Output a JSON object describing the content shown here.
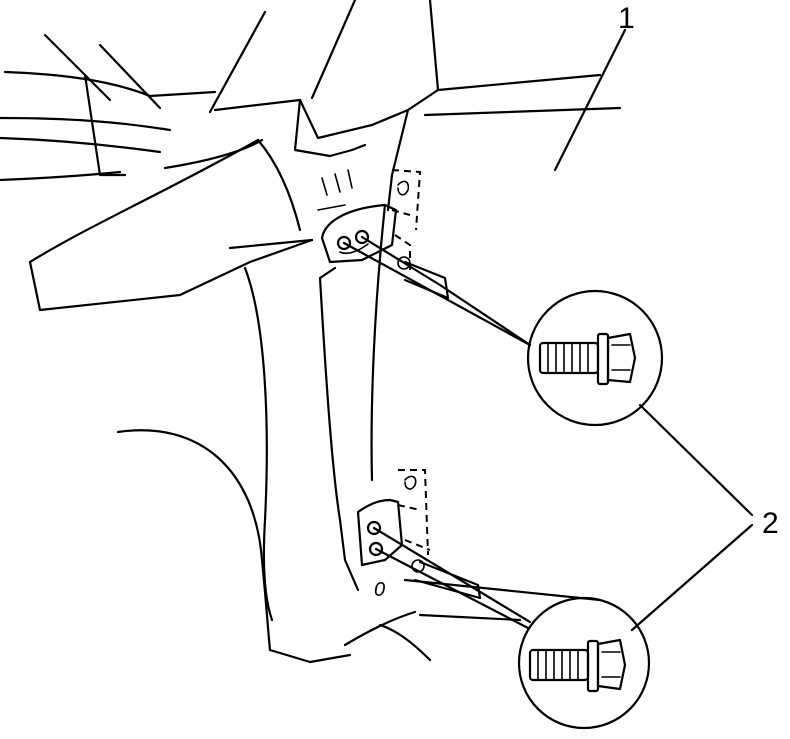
{
  "callouts": [
    {
      "id": "1",
      "text": "1"
    },
    {
      "id": "2",
      "text": "2"
    }
  ],
  "mark": "0"
}
